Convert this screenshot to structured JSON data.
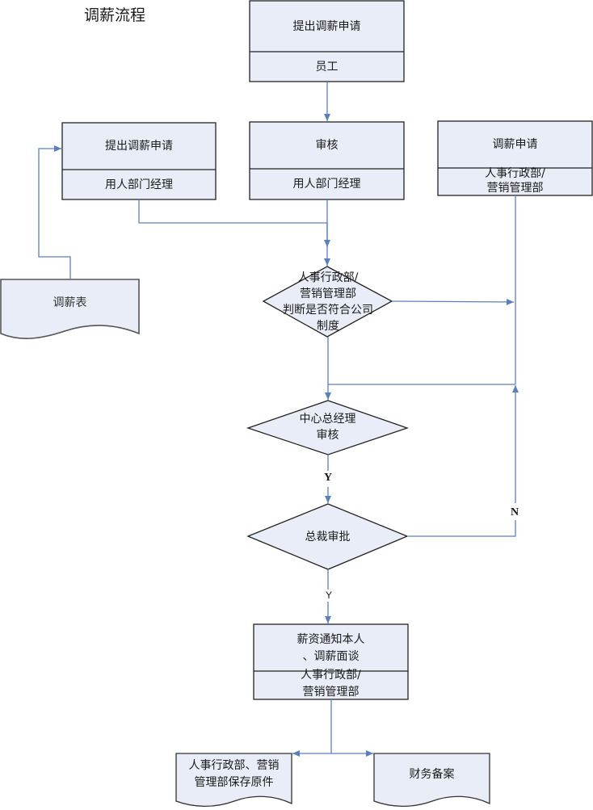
{
  "title": "调薪流程",
  "colors": {
    "fill": "#e8edf7",
    "stroke": "#222222",
    "connector": "#5a7fbf"
  },
  "nodes": {
    "employee_request": {
      "task": "提出调薪申请",
      "role": "员工"
    },
    "manager_request": {
      "task": "提出调薪申请",
      "role": "用人部门经理"
    },
    "manager_review": {
      "task": "审核",
      "role": "用人部门经理"
    },
    "hr_request": {
      "task": "调薪申请",
      "role": "人事行政部/\n营销管理部"
    },
    "salary_form": {
      "text": "调薪表"
    },
    "hr_decision": {
      "text": "人事行政部/\n营销管理部\n判断是否符合公司\n制度"
    },
    "center_gm_review": {
      "text": "中心总经理\n审核"
    },
    "president_approval": {
      "text": "总裁审批"
    },
    "notify": {
      "task": "薪资通知本人\n、调薪面谈",
      "role": "人事行政部/\n营销管理部"
    },
    "hr_archive": {
      "text": "人事行政部、营销\n管理部保存原件"
    },
    "finance_archive": {
      "text": "财务备案"
    }
  },
  "edge_labels": {
    "yes_bold": "Y",
    "no_bold": "N",
    "yes_small": "Y"
  }
}
